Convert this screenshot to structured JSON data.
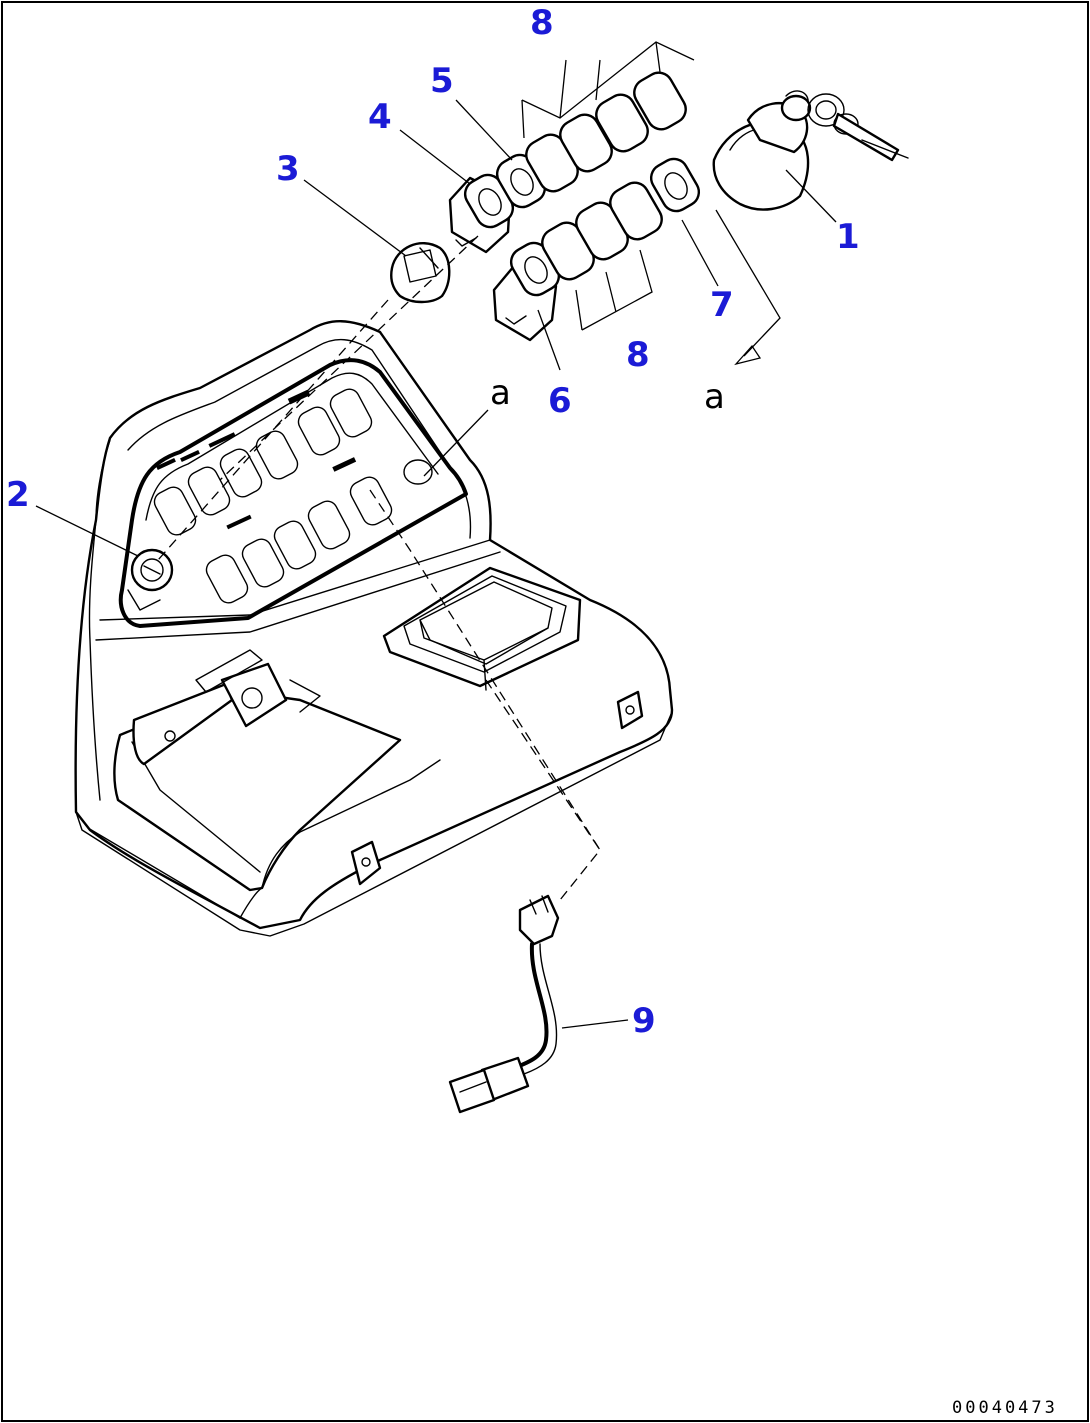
{
  "diagram": {
    "drawing_number": "00040473",
    "view_marker": "a",
    "callouts": [
      {
        "id": "1",
        "label": "1",
        "part": "key-switch"
      },
      {
        "id": "2",
        "label": "2",
        "part": "rotary-switch"
      },
      {
        "id": "3",
        "label": "3",
        "part": "knob"
      },
      {
        "id": "4",
        "label": "4",
        "part": "rocker-switch"
      },
      {
        "id": "5",
        "label": "5",
        "part": "rocker-switch"
      },
      {
        "id": "6",
        "label": "6",
        "part": "rocker-switch"
      },
      {
        "id": "7",
        "label": "7",
        "part": "rocker-switch"
      },
      {
        "id": "8a",
        "label": "8",
        "part": "blank-cap"
      },
      {
        "id": "8b",
        "label": "8",
        "part": "blank-cap"
      },
      {
        "id": "9",
        "label": "9",
        "part": "wiring-harness"
      }
    ]
  },
  "colors": {
    "callout": "#1b1bd6",
    "line": "#000000",
    "background": "#ffffff"
  }
}
